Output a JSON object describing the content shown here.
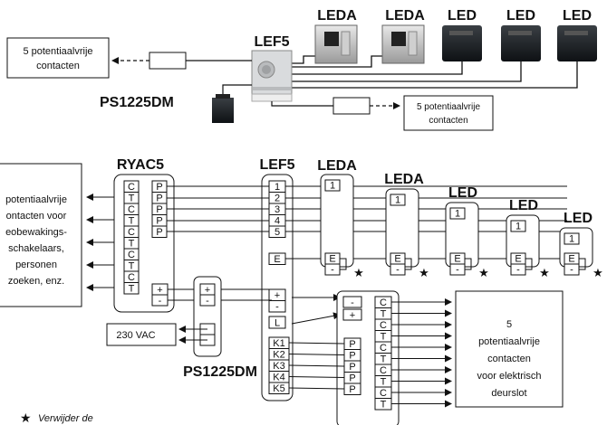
{
  "top": {
    "device_labels": [
      "LEDA",
      "LEDA",
      "LED",
      "LED",
      "LED"
    ],
    "lef5_label": "LEF5",
    "ps_label": "PS1225DM",
    "contacts_left": [
      "5 potentiaalvrije",
      "contacten"
    ],
    "contacts_right": [
      "5 potentiaalvrije",
      "contacten"
    ]
  },
  "bottom": {
    "left_text": [
      "potentiaalvrije",
      "ontacten voor",
      "eobewakings-",
      "schakelaars,",
      "personen",
      "zoeken, enz."
    ],
    "ryac5_label": "RYAC5",
    "ryac5_ct": [
      "C",
      "T",
      "C",
      "T",
      "C",
      "T",
      "C",
      "T",
      "C",
      "T"
    ],
    "ryac5_p": [
      "P",
      "P",
      "P",
      "P",
      "P"
    ],
    "plus": "+",
    "minus": "-",
    "lef5_label": "LEF5",
    "lef5_terms": [
      "1",
      "2",
      "3",
      "4",
      "5"
    ],
    "lef5_e": "E",
    "lef5_l": "L",
    "lef5_k": [
      "K1",
      "K2",
      "K3",
      "K4",
      "K5"
    ],
    "device_labels": [
      "LEDA",
      "LEDA",
      "LED",
      "LED",
      "LED"
    ],
    "term_1": "1",
    "term_e": "E",
    "vac_label": "230 VAC",
    "ps_label": "PS1225DM",
    "relay_p": [
      "P",
      "P",
      "P",
      "P",
      "P"
    ],
    "relay_ct": [
      "C",
      "T",
      "C",
      "T",
      "C",
      "T",
      "C",
      "T",
      "C",
      "T"
    ],
    "right_text": [
      "5",
      "potentiaalvrije",
      "contacten",
      "voor elektrisch",
      "deurslot"
    ],
    "star": "★",
    "footnote": "Verwijder de"
  }
}
